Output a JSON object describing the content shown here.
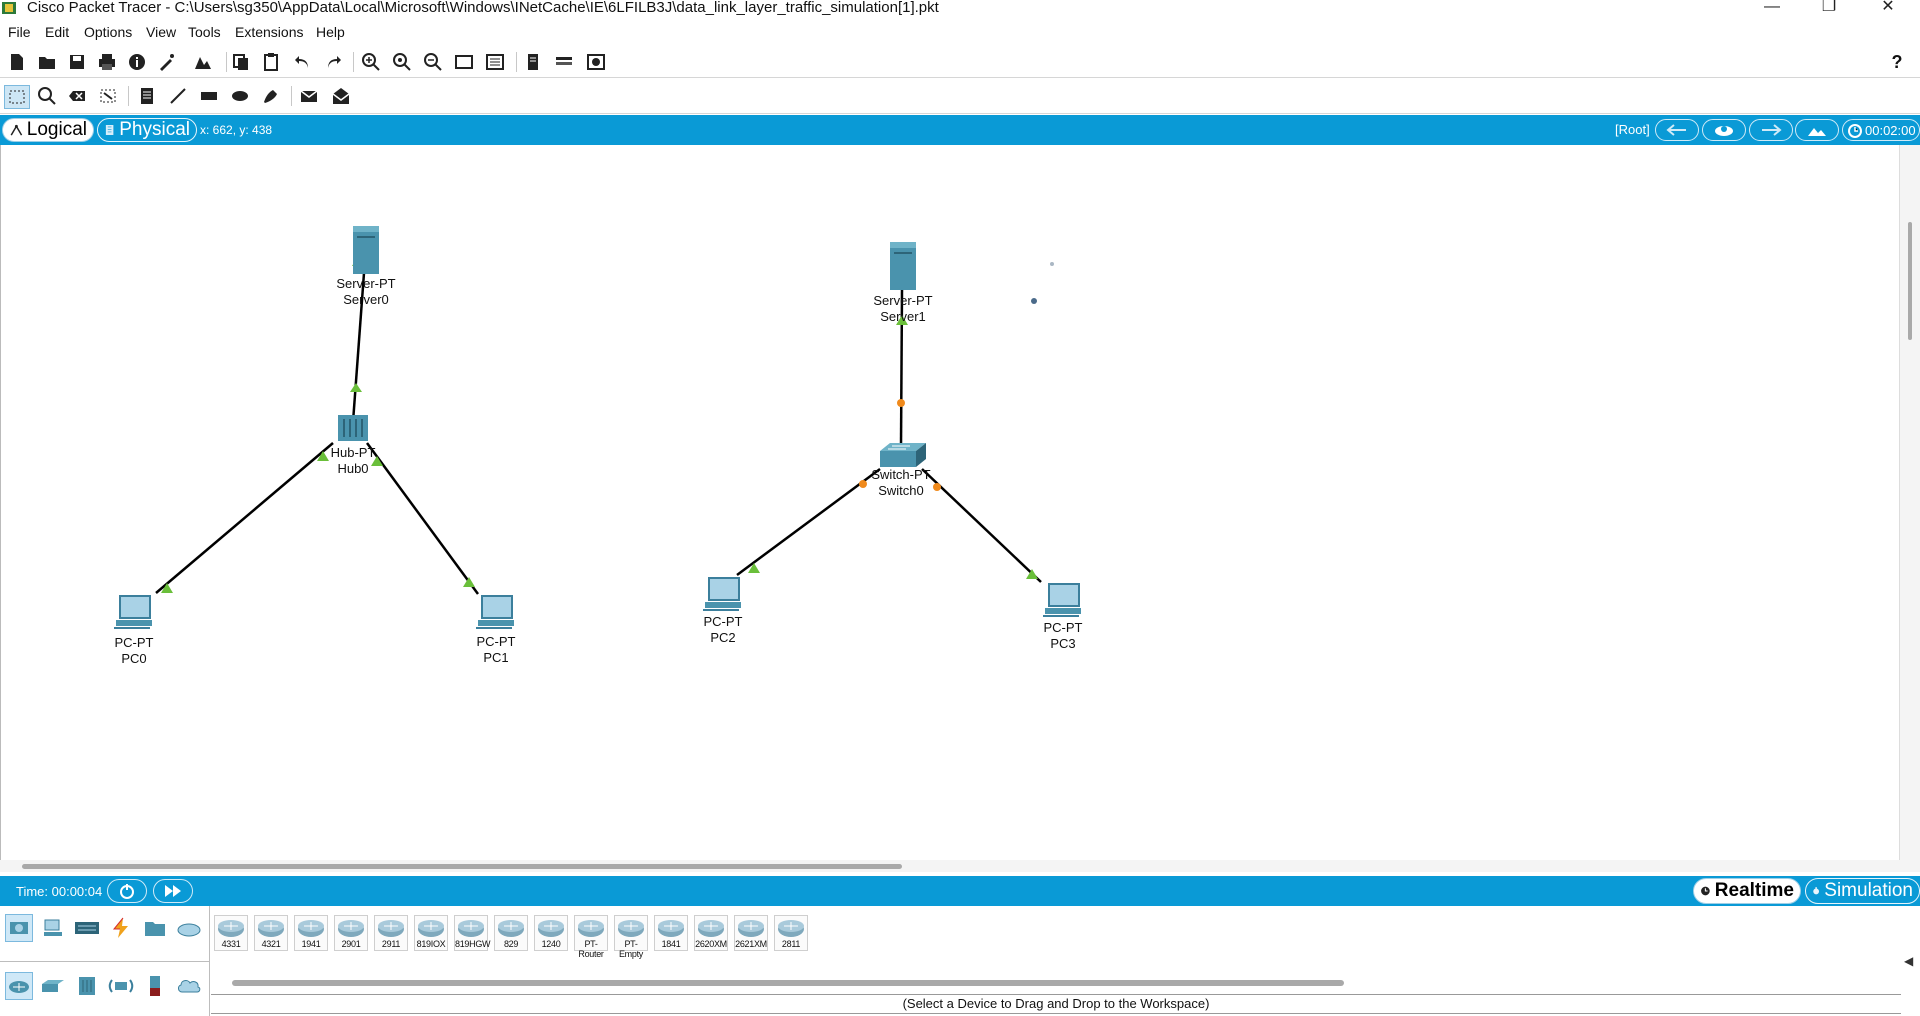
{
  "window": {
    "title": "Cisco Packet Tracer - C:\\Users\\sg350\\AppData\\Local\\Microsoft\\Windows\\INetCache\\IE\\6LFILB3J\\data_link_layer_traffic_simulation[1].pkt",
    "minimize": "—",
    "restore": "❐",
    "close": "✕"
  },
  "menu": [
    "File",
    "Edit",
    "Options",
    "View",
    "Tools",
    "Extensions",
    "Help"
  ],
  "toolbar": {
    "help": "?"
  },
  "workspace": {
    "logical_label": "Logical",
    "physical_label": "Physical",
    "coords": "x: 662, y: 438",
    "root_label": "[Root]",
    "clock": "00:02:00"
  },
  "devices": [
    {
      "id": "server0",
      "type": "Server-PT",
      "name": "Server0",
      "kind": "server"
    },
    {
      "id": "hub0",
      "type": "Hub-PT",
      "name": "Hub0",
      "kind": "hub"
    },
    {
      "id": "pc0",
      "type": "PC-PT",
      "name": "PC0",
      "kind": "pc"
    },
    {
      "id": "pc1",
      "type": "PC-PT",
      "name": "PC1",
      "kind": "pc"
    },
    {
      "id": "server1",
      "type": "Server-PT",
      "name": "Server1",
      "kind": "server"
    },
    {
      "id": "switch0",
      "type": "Switch-PT",
      "name": "Switch0",
      "kind": "switch"
    },
    {
      "id": "pc2",
      "type": "PC-PT",
      "name": "PC2",
      "kind": "pc"
    },
    {
      "id": "pc3",
      "type": "PC-PT",
      "name": "PC3",
      "kind": "pc"
    }
  ],
  "colors": {
    "accent": "#0a9ad6",
    "link_up": "#6abf3a",
    "link_pending": "#f08a1c"
  },
  "bottom": {
    "time": "Time: 00:00:04",
    "realtime_label": "Realtime",
    "simulation_label": "Simulation"
  },
  "palette": {
    "models": [
      "4331",
      "4321",
      "1941",
      "2901",
      "2911",
      "819IOX",
      "819HGW",
      "829",
      "1240",
      "PT-Router",
      "PT-Empty",
      "1841",
      "2620XM",
      "2621XM",
      "2811"
    ],
    "status": "(Select a Device to Drag and Drop to the Workspace)"
  }
}
